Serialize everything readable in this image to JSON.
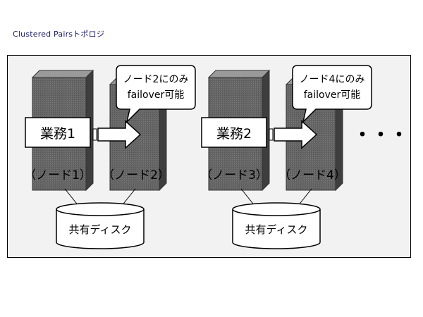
{
  "page": {
    "title": "Clustered Pairsトポロジ"
  },
  "pairs": [
    {
      "task_label": "業務1",
      "balloon_line1": "ノード2にのみ",
      "balloon_line2": "failover可能",
      "node_a_label": "（ノード1）",
      "node_b_label": "（ノード2）",
      "disk_label": "共有ディスク"
    },
    {
      "task_label": "業務2",
      "balloon_line1": "ノード4にのみ",
      "balloon_line2": "failover可能",
      "node_a_label": "（ノード3）",
      "node_b_label": "（ノード4）",
      "disk_label": "共有ディスク"
    }
  ],
  "ellipsis": "・・・",
  "colors": {
    "server_front": "#6e6e6e",
    "server_dark": "#4a4a4a",
    "server_top": "#9a9a9a",
    "frame_bg": "#f2f2f2"
  }
}
